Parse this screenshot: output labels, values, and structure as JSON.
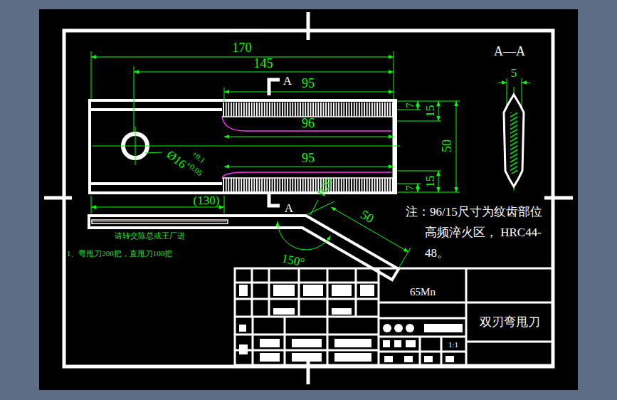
{
  "diagram": {
    "labels": [
      "170",
      "145",
      "A",
      "95",
      "96",
      "95",
      "7",
      "15",
      "50",
      "15",
      "7",
      "Ø16",
      "+0.1",
      "+0.05",
      "(130)",
      "A",
      "R20",
      "50",
      "150°",
      "A—A",
      "5",
      "注：96/15尺寸为纹齿部位 高频淬火区， HRC44-48。",
      "请转交陈总或王厂进",
      "1、弯甩刀200把，直甩刀100把",
      "65Mn",
      "双刃弯甩刀",
      "1:1"
    ]
  }
}
